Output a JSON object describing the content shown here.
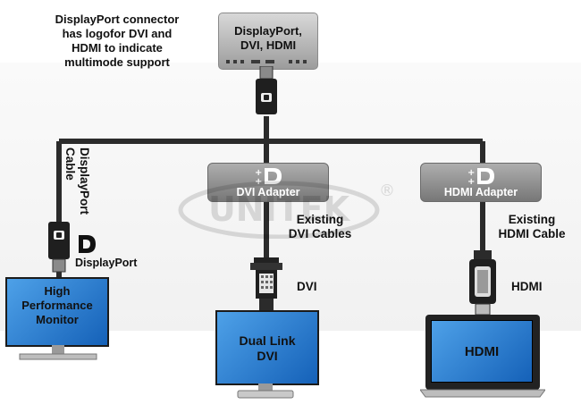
{
  "note_lines": [
    "DisplayPort connector",
    "has logofor DVI and",
    "HDMI to indicate",
    "multimode support"
  ],
  "source": {
    "line1": "DisplayPort,",
    "line2": "DVI,  HDMI"
  },
  "adapters": {
    "dvi": "DVI  Adapter",
    "hdmi": "HDMI  Adapter"
  },
  "dp_cable_label": {
    "line1": "DisplayPort",
    "line2": "Cable"
  },
  "displayport_label": "DisplayPort",
  "existing_dvi": {
    "line1": "Existing",
    "line2": "DVI  Cables"
  },
  "existing_hdmi": {
    "line1": "Existing",
    "line2": "HDMI  Cable"
  },
  "dvi_label": "DVI",
  "hdmi_label": "HDMI",
  "monitors": {
    "left": {
      "line1": "High",
      "line2": "Performance",
      "line3": "Monitor"
    },
    "center": {
      "line1": "Dual  Link",
      "line2": "DVI"
    },
    "right": {
      "line1": "HDMI"
    }
  },
  "watermark": {
    "text": "UNITEK",
    "mark": "®"
  },
  "colors": {
    "cable": "#2b2b2b",
    "screen": "#2f7fd6",
    "adapter": "#8c8c8c"
  }
}
